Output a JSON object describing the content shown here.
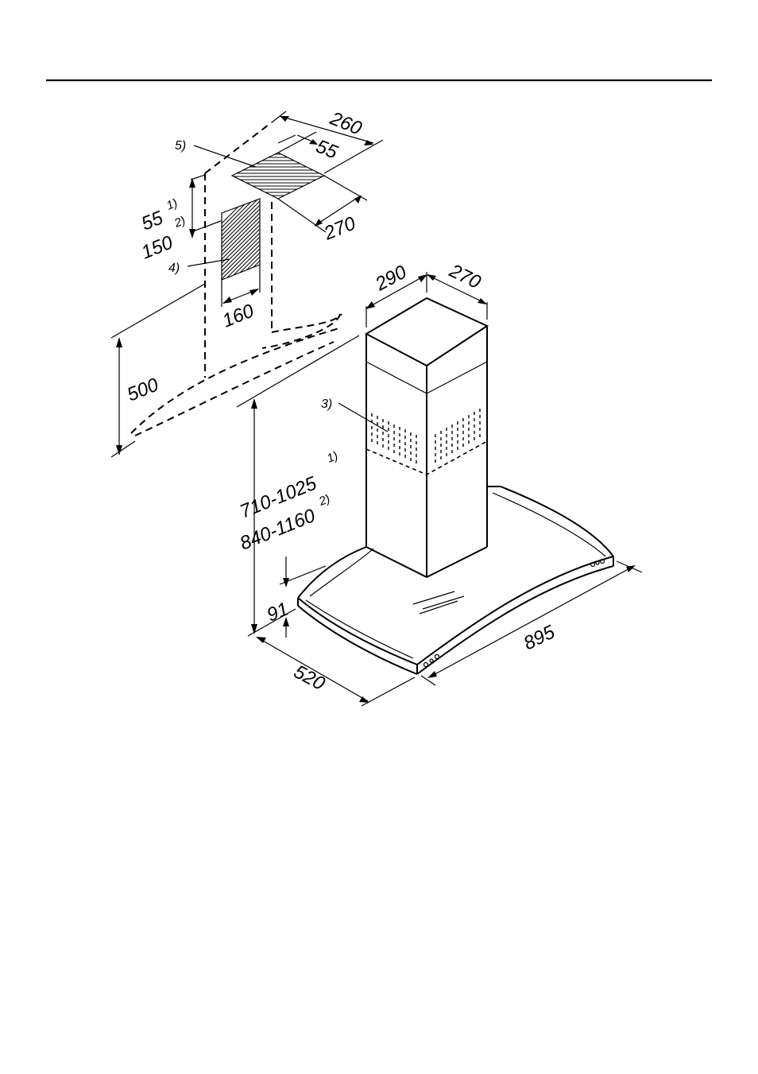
{
  "figure": {
    "dimensions": {
      "d260": "260",
      "d55_top": "55",
      "d270_top": "270",
      "d55_left": "55",
      "d150_left": "150",
      "d160": "160",
      "d500": "500",
      "d290": "290",
      "d270_chimney": "270",
      "range_1": "710-1025",
      "range_2": "840-1160",
      "d91": "91",
      "d520": "520",
      "d895": "895"
    },
    "footnotes": {
      "f1": "1)",
      "f2": "2)"
    },
    "callouts": {
      "c3": "3)",
      "c4": "4)",
      "c5": "5)"
    }
  }
}
